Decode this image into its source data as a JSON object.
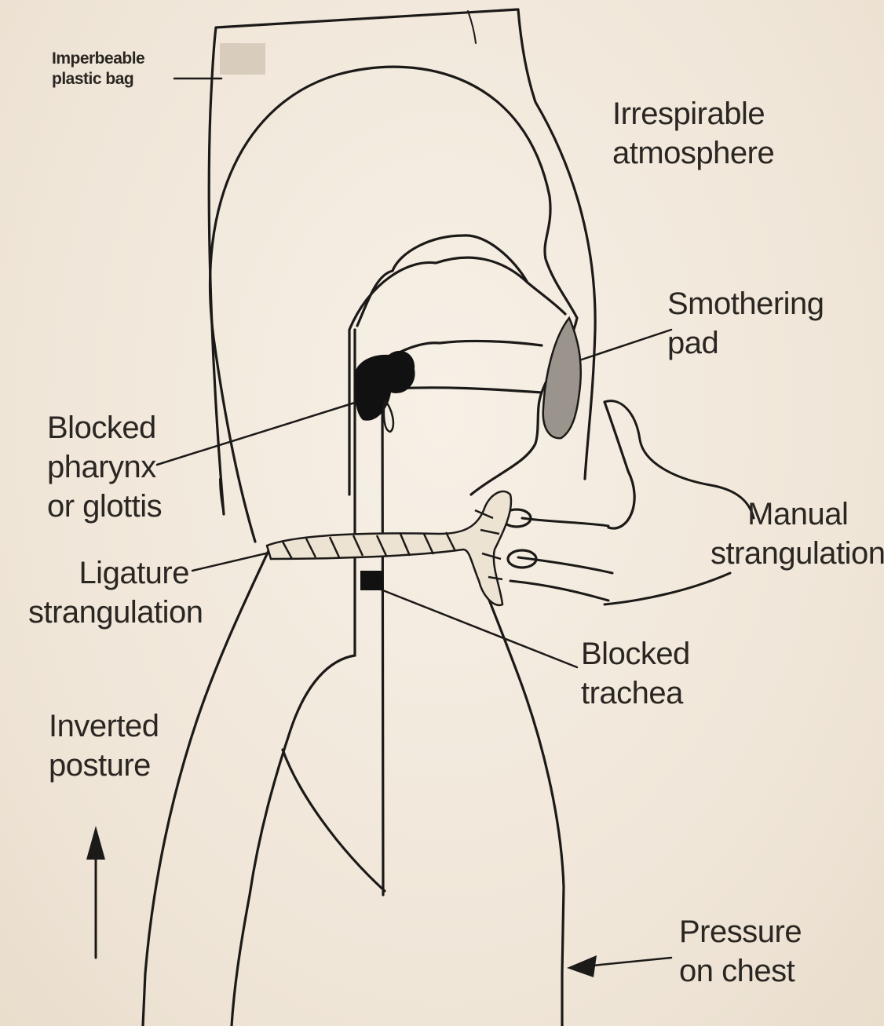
{
  "labels": {
    "plastic_bag": [
      "Imperbeable",
      "plastic bag"
    ],
    "irrespirable_atmosphere": [
      "Irrespirable",
      "atmosphere"
    ],
    "smothering_pad": [
      "Smothering",
      "pad"
    ],
    "blocked_pharynx": [
      "Blocked",
      "pharynx",
      "or glottis"
    ],
    "manual_strangulation": [
      "Manual",
      "strangulation"
    ],
    "ligature_strangulation": [
      "Ligature",
      "strangulation"
    ],
    "blocked_trachea": [
      "Blocked",
      "trachea"
    ],
    "inverted_posture": [
      "Inverted",
      "posture"
    ],
    "pressure_on_chest": [
      "Pressure",
      "on chest"
    ]
  },
  "colors": {
    "ink": "#1c1a18",
    "paper": "#f3ebdf",
    "pad_fill": "#9a948c",
    "bag_tint": "#c8bba8"
  }
}
